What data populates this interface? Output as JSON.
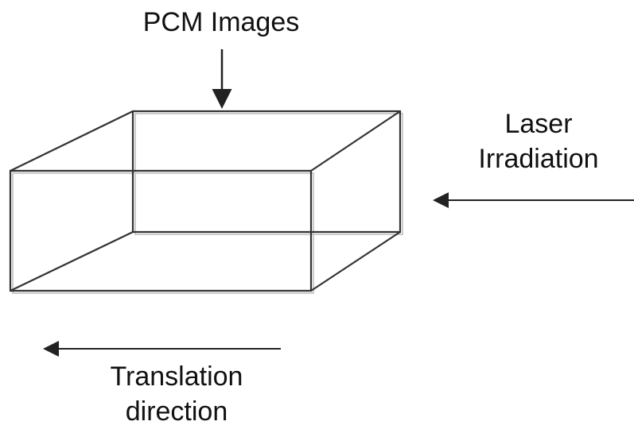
{
  "labels": {
    "pcm_images": "PCM Images",
    "laser_line1": "Laser",
    "laser_line2": "Irradiation",
    "translation_line1": "Translation",
    "translation_line2": "direction"
  },
  "colors": {
    "box_edge": "#333333",
    "arrow": "#222222",
    "text": "#111111",
    "edge_shadow": "#cccccc"
  },
  "icons": {
    "down_arrow": "arrow-down-icon",
    "laser_arrow": "arrow-left-icon",
    "translation_arrow": "arrow-left-icon"
  }
}
